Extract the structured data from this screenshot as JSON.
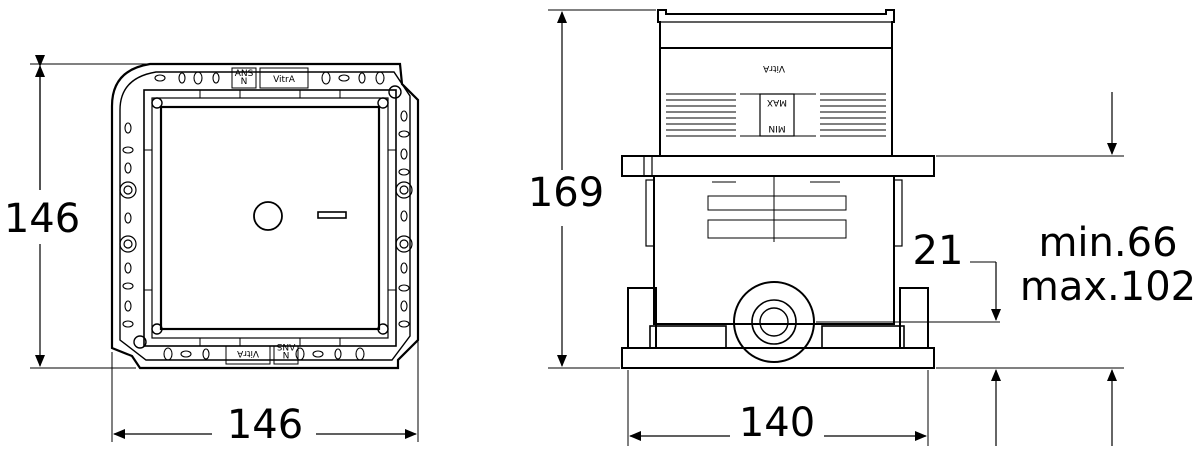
{
  "top_view": {
    "dim_width": "146",
    "dim_height": "146",
    "brand_top": "VitrA",
    "brand_bottom": "VitrA",
    "tag_top": "ANS\nN",
    "tag_bottom": "N\nANS"
  },
  "side_view": {
    "dim_height": "169",
    "dim_width": "140",
    "dim_outlet": "21",
    "dim_min": "min.66",
    "dim_max": "max.102",
    "brand": "VitrA",
    "max_mark": "MAX",
    "min_mark": "MIN"
  }
}
